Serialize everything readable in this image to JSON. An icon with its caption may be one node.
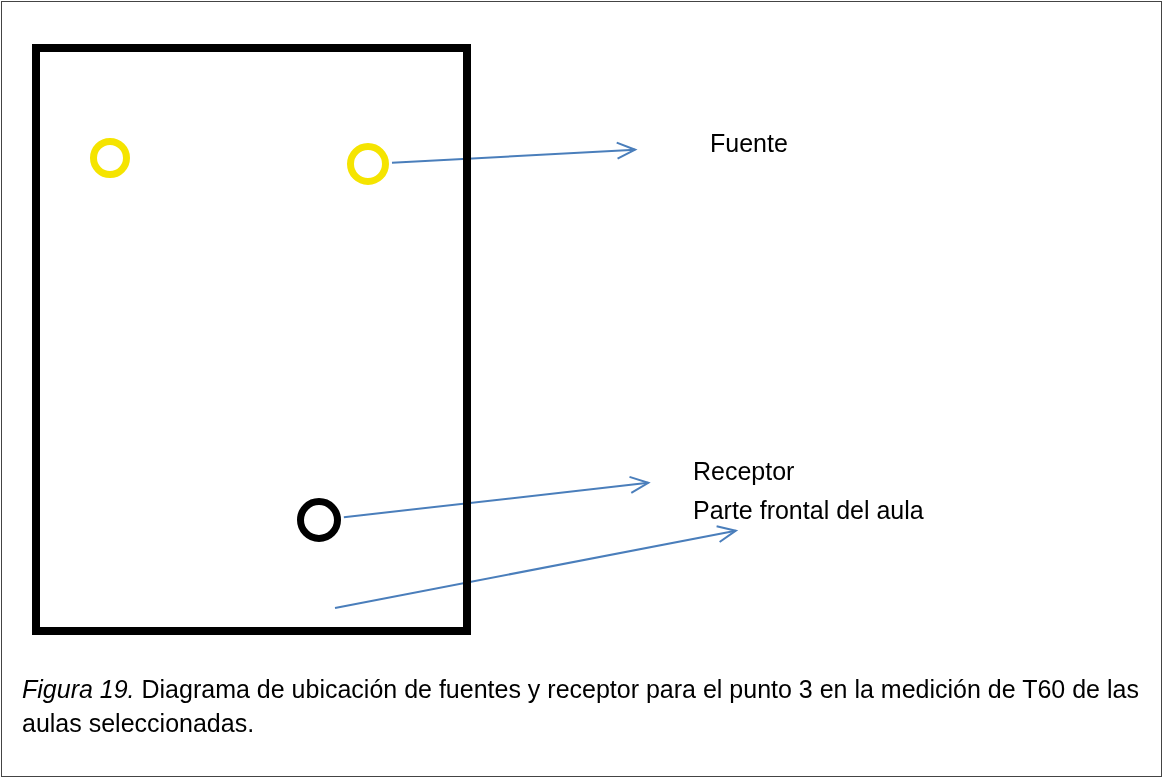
{
  "diagram": {
    "caption": "*Figura 19.* Diagrama de ubicación de fuentes y receptor para el punto 3 en la medición de T60 de las aulas seleccionadas.",
    "nodes": [
      {
        "text": [],
        "shape": "box"
      },
      {
        "text": [],
        "shape": "circle",
        "in": 0
      },
      {
        "text": [],
        "shape": "circle",
        "in": 0
      },
      {
        "text": [],
        "shape": "circle",
        "in": 0
      },
      {
        "text": [
          "Fuente"
        ]
      },
      {
        "text": [
          "Receptor"
        ]
      },
      {
        "text": [
          "Parte frontal del aula"
        ]
      }
    ],
    "edges": [
      {
        "from": 2,
        "to": 4,
        "arrow": "to"
      },
      {
        "from": 3,
        "to": 5,
        "arrow": "to"
      },
      {
        "from": null,
        "to": 6,
        "arrow": "to"
      }
    ]
  }
}
